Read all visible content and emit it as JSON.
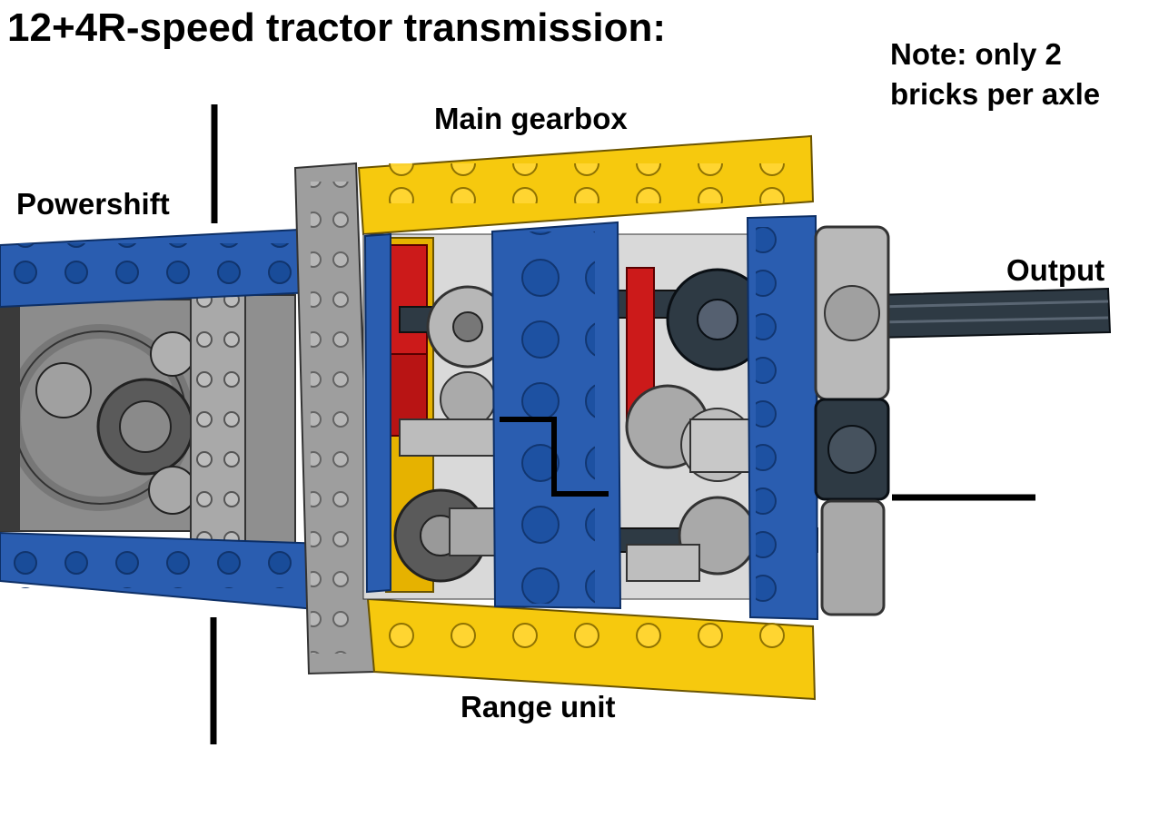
{
  "title": "12+4R-speed tractor transmission:",
  "note": "Note: only 2 bricks per axle",
  "labels": {
    "powershift": "Powershift",
    "main_gearbox": "Main gearbox",
    "output": "Output",
    "range_unit": "Range unit"
  },
  "colors": {
    "blue_beam": "#1f55a8",
    "yellow_beam": "#f6c90e",
    "grey_part": "#9a9a9a",
    "dark_gear": "#2e3a44",
    "red_part": "#cc1a1a",
    "divider_line": "#000000"
  }
}
